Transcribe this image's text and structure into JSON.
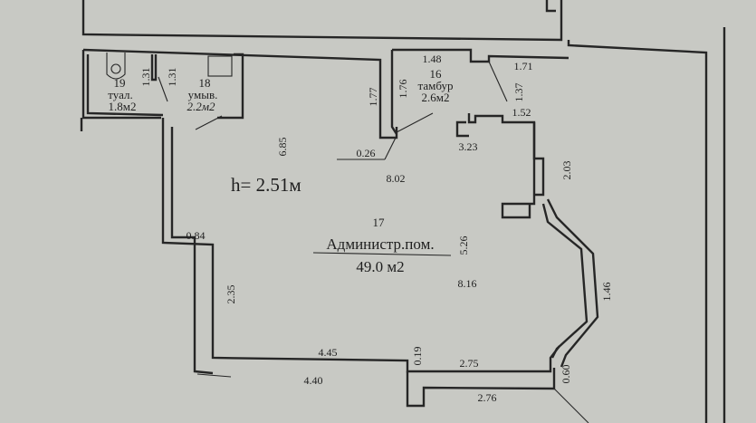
{
  "ceiling_height": "h= 2.51м",
  "rooms": {
    "toilet": {
      "number": "19",
      "name": "туал.",
      "area": "1.8м2"
    },
    "washroom": {
      "number": "18",
      "name": "умыв.",
      "area": "2.2м2"
    },
    "vestibule": {
      "number": "16",
      "name": "тамбур",
      "area": "2.6м2"
    },
    "admin": {
      "number": "17",
      "name": "Администр.пом.",
      "area": "49.0 м2"
    }
  },
  "dimensions": {
    "d131a": "1.31",
    "d131b": "1.31",
    "d177": "1.77",
    "d176": "1.76",
    "d148": "1.48",
    "d171": "1.71",
    "d137": "1.37",
    "d152": "1.52",
    "d685": "6.85",
    "d026": "0.26",
    "d323": "3.23",
    "d802": "8.02",
    "d203": "2.03",
    "d084": "0.84",
    "d526": "5.26",
    "d235": "2.35",
    "d816": "8.16",
    "d146": "1.46",
    "d445": "4.45",
    "d019": "0.19",
    "d275": "2.75",
    "d440": "4.40",
    "d060": "0.60",
    "d276": "2.76"
  }
}
